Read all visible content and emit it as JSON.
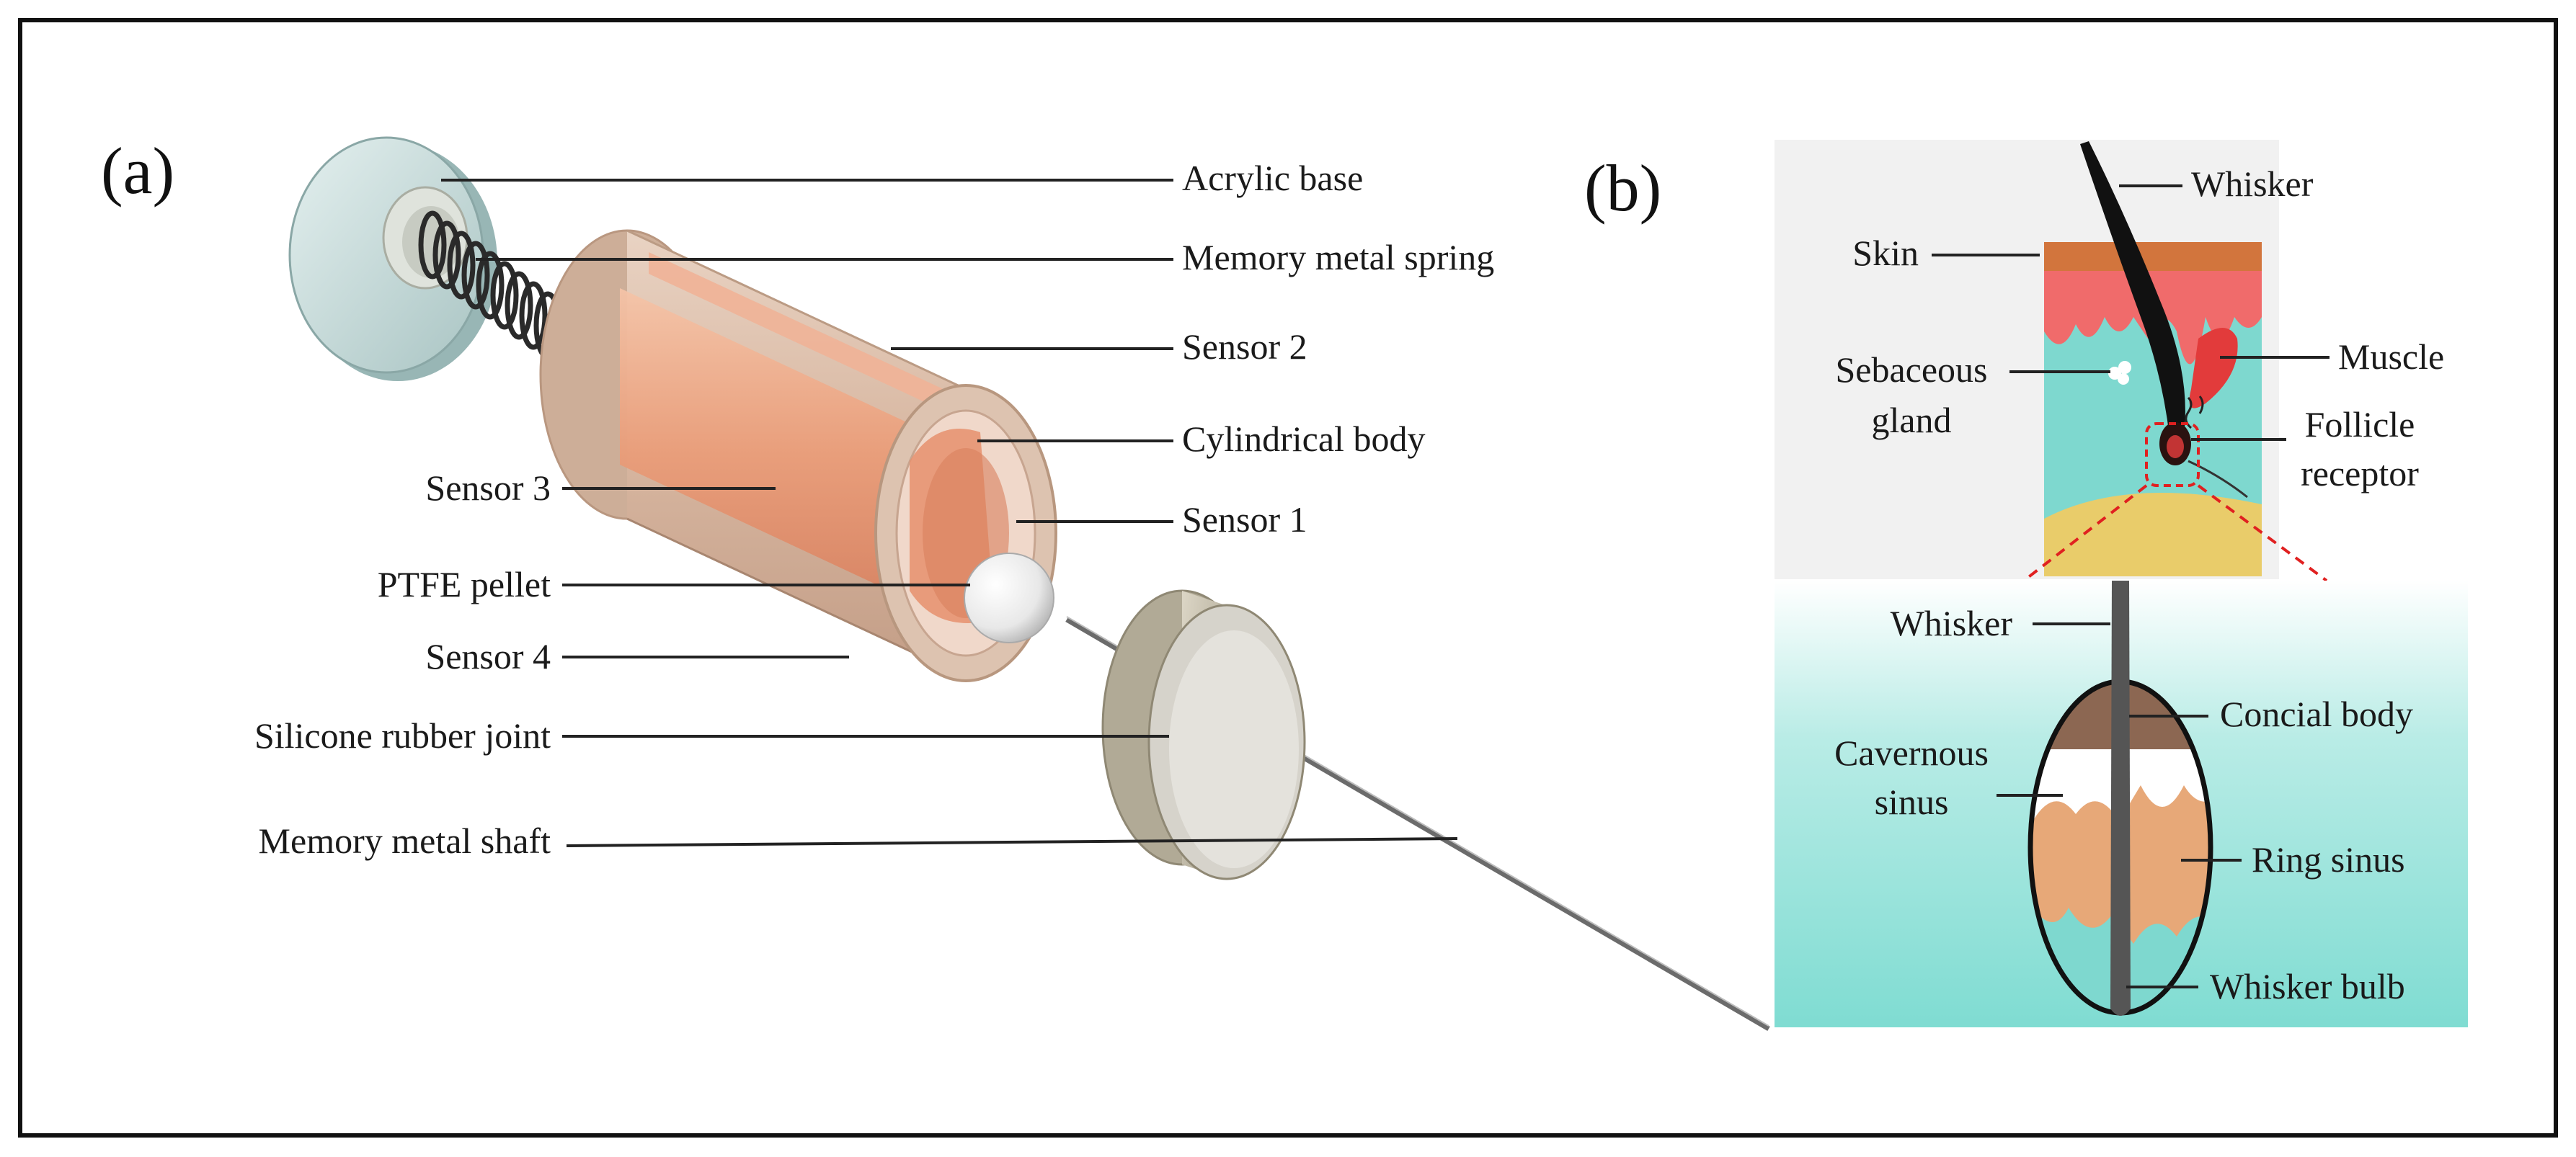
{
  "panels": {
    "a": "(a)",
    "b": "(b)"
  },
  "device_labels": {
    "acrylic_base": "Acrylic base",
    "memory_metal_spring": "Memory metal spring",
    "sensor_2": "Sensor 2",
    "cylindrical_body": "Cylindrical body",
    "sensor_1": "Sensor 1",
    "sensor_3": "Sensor 3",
    "ptfe_pellet": "PTFE pellet",
    "sensor_4": "Sensor 4",
    "silicone_rubber_joint": "Silicone rubber joint",
    "memory_metal_shaft": "Memory metal shaft"
  },
  "anatomy_labels": {
    "whisker_top": "Whisker",
    "skin": "Skin",
    "muscle": "Muscle",
    "sebaceous_line1": "Sebaceous",
    "sebaceous_line2": "gland",
    "follicle_line1": "Follicle",
    "follicle_line2": "receptor",
    "whisker_bottom": "Whisker",
    "concial_body": "Concial body",
    "cavernous_line1": "Cavernous",
    "cavernous_line2": "sinus",
    "ring_sinus": "Ring sinus",
    "whisker_bulb": "Whisker bulb"
  },
  "colors": {
    "frame": "#111111",
    "copper": "#e8a07e",
    "body_shell": "#d9bca8",
    "acrylic": "#c9dedd",
    "cap": "#c9c2b0",
    "skin_top": "#d2753d",
    "skin_red": "#f06b6b",
    "dermis_teal": "#7fd8cf",
    "fat_yellow": "#e9cc6a",
    "conical_brown": "#8c6752",
    "ring_orange": "#e7a878",
    "red_dash": "#e02020"
  }
}
